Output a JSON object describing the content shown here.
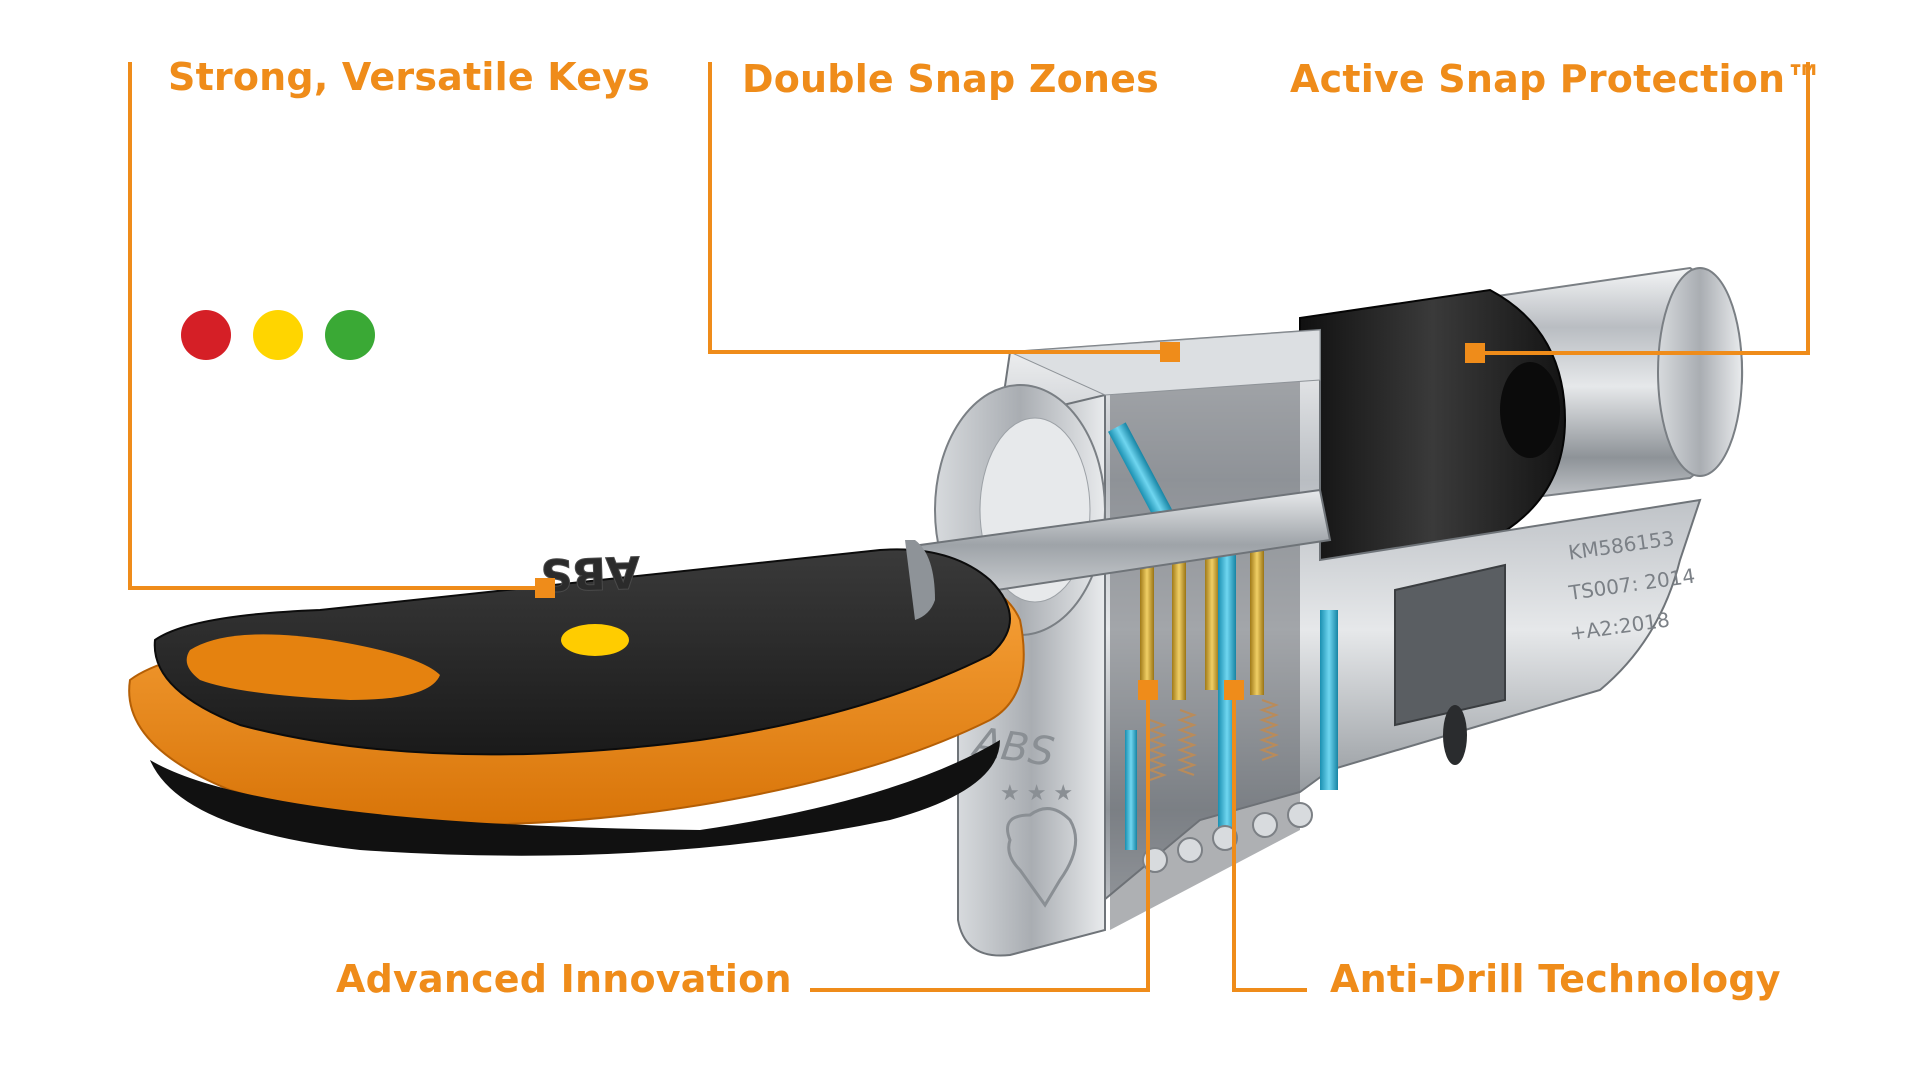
{
  "callouts": {
    "strong_keys": "Strong, Versatile Keys",
    "double_snap": "Double Snap Zones",
    "active_snap": "Active Snap Protection™",
    "advanced_innovation": "Advanced Innovation",
    "anti_drill": "Anti-Drill Technology"
  },
  "lock": {
    "brand_mark": "ABS",
    "engraving_line1": "KM586153",
    "engraving_line2": "TS007: 2014",
    "engraving_line3": "+A2:2018"
  },
  "indicator_dots": [
    {
      "name": "red",
      "color": "#d51f26"
    },
    {
      "name": "yellow",
      "color": "#ffd500"
    },
    {
      "name": "green",
      "color": "#3aa935"
    }
  ],
  "colors": {
    "accent_orange": "#ef8c1a",
    "key_black": "#1f1f1f",
    "key_rubber": "#f08a12",
    "chrome": "#c9ccd0"
  }
}
